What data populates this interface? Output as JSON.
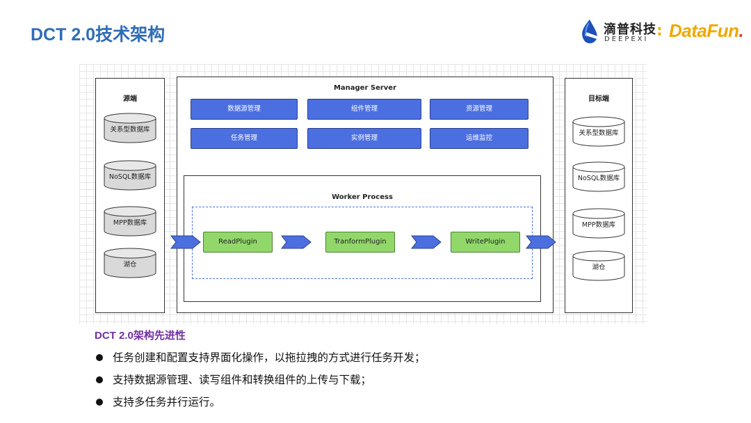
{
  "page": {
    "title": "DCT 2.0技术架构"
  },
  "logo": {
    "cn": "滴普科技",
    "en": "DEEPEXI",
    "separator": ":",
    "df_main": "DataFun",
    "df_dot": "."
  },
  "diagram": {
    "source": {
      "title": "源端",
      "items": [
        "关系型数据库",
        "NoSQL数据库",
        "MPP数据库",
        "湖仓"
      ]
    },
    "target": {
      "title": "目标端",
      "items": [
        "关系型数据库",
        "NoSQL数据库",
        "MPP数据库",
        "湖仓"
      ]
    },
    "manager": {
      "title": "Manager Server",
      "modules": [
        "数据源管理",
        "组件管理",
        "资源管理",
        "任务管理",
        "实例管理",
        "运维监控"
      ]
    },
    "worker": {
      "title": "Worker Process",
      "plugins": [
        "ReadPlugin",
        "TranformPlugin",
        "WritePlugin"
      ]
    },
    "colors": {
      "module": "#4b6fe0",
      "plugin": "#92d76a",
      "arrow": "#4b6fe0",
      "cylinder": "#d9d9d9",
      "dashed": "#4b6fe0"
    }
  },
  "advantages": {
    "title": "DCT 2.0架构先进性",
    "items": [
      "任务创建和配置支持界面化操作，以拖拉拽的方式进行任务开发；",
      "支持数据源管理、读写组件和转换组件的上传与下载；",
      "支持多任务并行运行。"
    ]
  }
}
